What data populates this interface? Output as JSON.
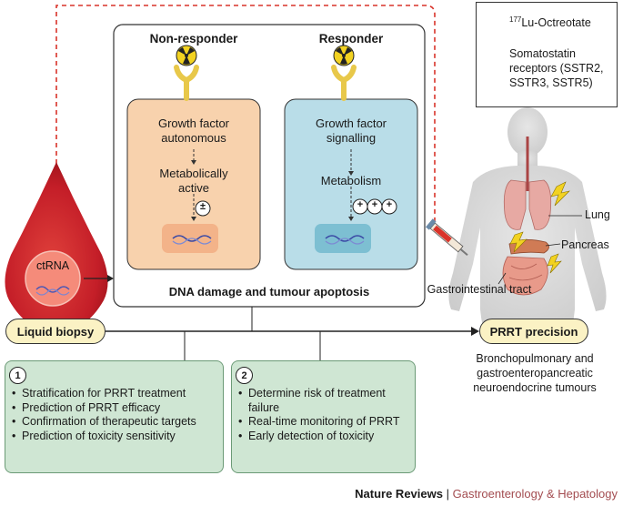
{
  "legend": {
    "item1": "Lu-Octreotate",
    "item1_sup": "177",
    "item2": "Somatostatin receptors (SSTR2, SSTR3, SSTR5)"
  },
  "nonresponder": {
    "title": "Non-responder",
    "text1": "Growth factor autonomous",
    "text2": "Metabolically active",
    "badge": "±"
  },
  "responder": {
    "title": "Responder",
    "text1": "Growth factor signalling",
    "text2": "Metabolism",
    "badges": [
      "+",
      "+",
      "+"
    ]
  },
  "main_caption": "DNA damage and tumour apoptosis",
  "ctrna_label": "ctRNA",
  "liquid_biopsy": "Liquid biopsy",
  "prrt_precision": "PRRT precision",
  "body_labels": {
    "lung": "Lung",
    "pancreas": "Pancreas",
    "gi": "Gastrointestinal tract"
  },
  "tumours_caption": "Bronchopulmonary and gastroenteropancreatic neuroendocrine tumours",
  "box1": {
    "number": "1",
    "items": [
      "Stratification for PRRT treatment",
      "Prediction of PRRT efficacy",
      "Confirmation of therapeutic targets",
      "Prediction of toxicity sensitivity"
    ]
  },
  "box2": {
    "number": "2",
    "items": [
      "Determine risk of treatment failure",
      "Real-time monitoring of PRRT",
      "Early detection of toxicity"
    ]
  },
  "footer": {
    "journal": "Nature Reviews",
    "separator": "|",
    "section": "Gastroenterology & Hepatology"
  },
  "colors": {
    "nonresponder_fill": "#f8d2ad",
    "responder_fill": "#b9dde8",
    "pill_fill": "#fbf2c4",
    "green_fill": "#cfe6d3",
    "dashed_red": "#d9332a",
    "drop_red": "#c8202a",
    "footer_accent": "#a34c50"
  }
}
